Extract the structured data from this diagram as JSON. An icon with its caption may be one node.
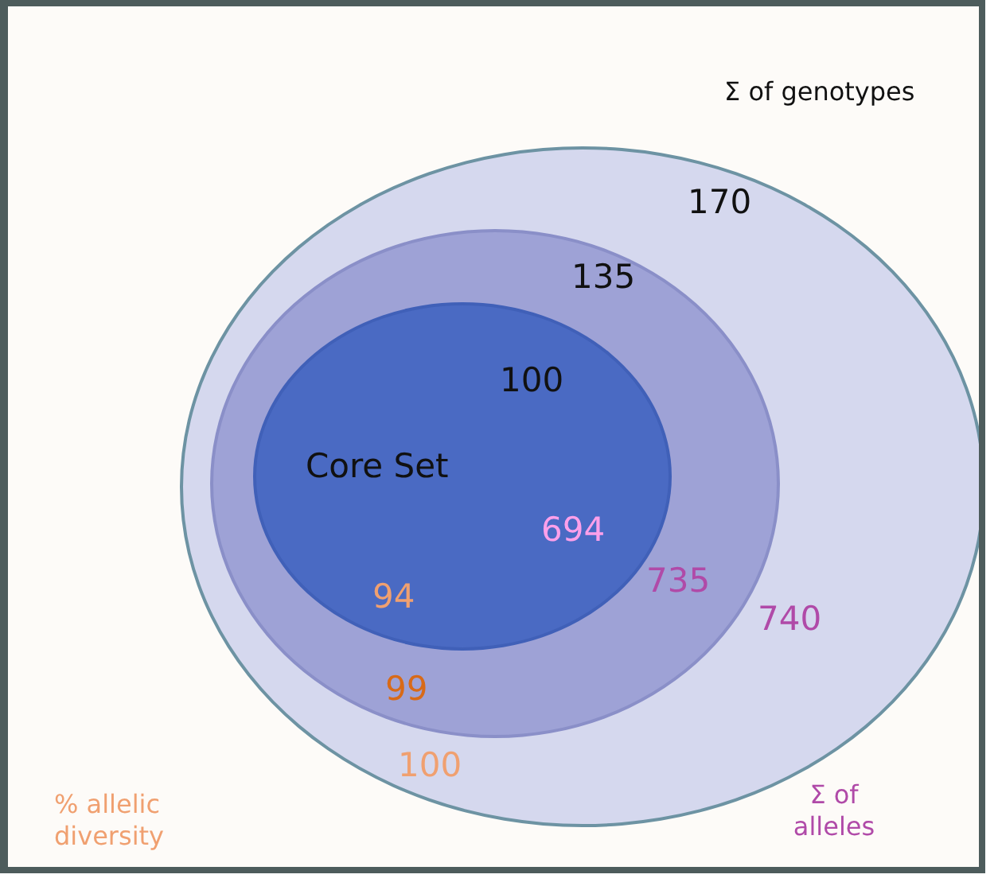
{
  "diagram": {
    "nodes": [
      {
        "text": [
          "170",
          "740",
          "100"
        ]
      },
      {
        "text": [
          "135",
          "735",
          "99"
        ],
        "in": 0
      },
      {
        "text": [
          "100",
          "Core Set",
          "694",
          "94"
        ],
        "in": 1
      }
    ],
    "labels": [
      "Σ of genotypes",
      "% allelic diversity",
      "Σ of alleles"
    ]
  }
}
